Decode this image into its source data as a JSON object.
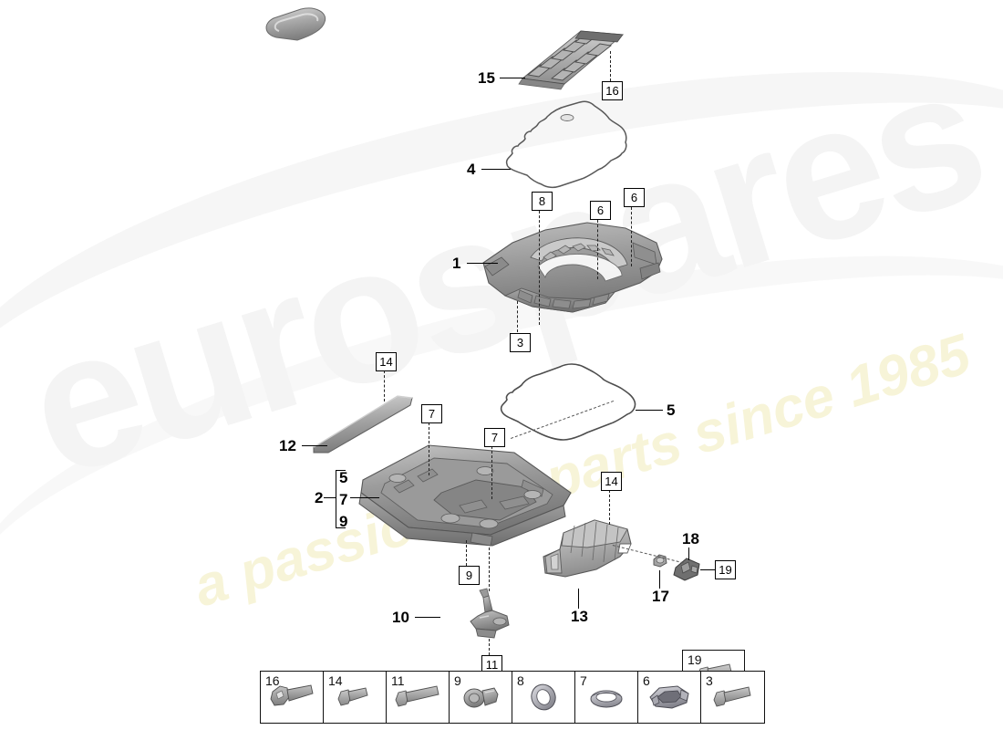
{
  "watermark": {
    "brand": "eurospares",
    "tagline": "a passion for parts since 1985",
    "brand_color": "#f4f4f4",
    "tagline_color": "#f7f4d8"
  },
  "diagram": {
    "background_color": "#ffffff",
    "line_color": "#000000",
    "part_fill": "#9a9a9a"
  },
  "callouts": [
    {
      "id": "c15",
      "text": "15",
      "style": "plain"
    },
    {
      "id": "c16a",
      "text": "16",
      "style": "boxed"
    },
    {
      "id": "c4",
      "text": "4",
      "style": "plain"
    },
    {
      "id": "c8",
      "text": "8",
      "style": "boxed"
    },
    {
      "id": "c6a",
      "text": "6",
      "style": "boxed"
    },
    {
      "id": "c6b",
      "text": "6",
      "style": "boxed"
    },
    {
      "id": "c1",
      "text": "1",
      "style": "plain"
    },
    {
      "id": "c3",
      "text": "3",
      "style": "boxed"
    },
    {
      "id": "c14a",
      "text": "14",
      "style": "boxed"
    },
    {
      "id": "c5",
      "text": "5",
      "style": "plain"
    },
    {
      "id": "c12",
      "text": "12",
      "style": "plain"
    },
    {
      "id": "c7a",
      "text": "7",
      "style": "boxed"
    },
    {
      "id": "c7b",
      "text": "7",
      "style": "boxed"
    },
    {
      "id": "c2",
      "text": "2",
      "style": "plain"
    },
    {
      "id": "c2g5",
      "text": "5",
      "style": "plain"
    },
    {
      "id": "c2g7",
      "text": "7",
      "style": "plain"
    },
    {
      "id": "c2g9",
      "text": "9",
      "style": "plain"
    },
    {
      "id": "c9",
      "text": "9",
      "style": "boxed"
    },
    {
      "id": "c10",
      "text": "10",
      "style": "plain"
    },
    {
      "id": "c11",
      "text": "11",
      "style": "boxed"
    },
    {
      "id": "c14b",
      "text": "14",
      "style": "boxed"
    },
    {
      "id": "c13",
      "text": "13",
      "style": "plain"
    },
    {
      "id": "c17",
      "text": "17",
      "style": "plain"
    },
    {
      "id": "c18",
      "text": "18",
      "style": "plain"
    },
    {
      "id": "c19",
      "text": "19",
      "style": "boxed"
    }
  ],
  "labels": {
    "n15": "15",
    "n16": "16",
    "n4": "4",
    "n8": "8",
    "n6a": "6",
    "n6b": "6",
    "n1": "1",
    "n3": "3",
    "n14a": "14",
    "n5": "5",
    "n12": "12",
    "n7a": "7",
    "n7b": "7",
    "n2": "2",
    "g5": "5",
    "g7": "7",
    "g9": "9",
    "n9": "9",
    "n10": "10",
    "n11": "11",
    "n14b": "14",
    "n13": "13",
    "n17": "17",
    "n18": "18",
    "n19": "19"
  },
  "legend": {
    "items": [
      {
        "number": "16",
        "icon": "flange-bolt-icon"
      },
      {
        "number": "14",
        "icon": "short-bolt-icon"
      },
      {
        "number": "11",
        "icon": "long-bolt-icon"
      },
      {
        "number": "9",
        "icon": "drain-plug-icon"
      },
      {
        "number": "8",
        "icon": "o-ring-icon"
      },
      {
        "number": "7",
        "icon": "seal-ring-icon"
      },
      {
        "number": "6",
        "icon": "clamp-icon"
      },
      {
        "number": "3",
        "icon": "bolt-icon"
      }
    ],
    "stacked": {
      "number": "19",
      "icon": "bolt-icon"
    }
  }
}
